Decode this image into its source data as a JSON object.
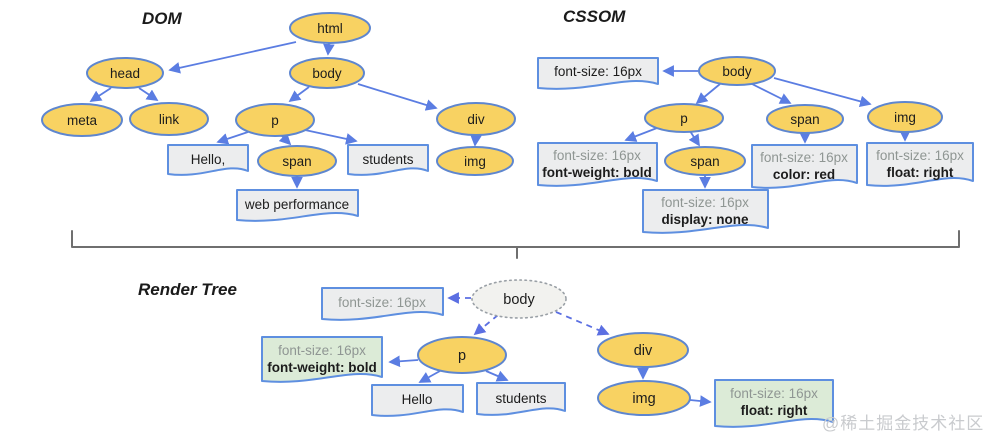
{
  "sections": {
    "dom": {
      "title": "DOM",
      "nodes": {
        "html": "html",
        "head": "head",
        "body": "body",
        "meta": "meta",
        "link": "link",
        "p": "p",
        "div": "div",
        "span": "span",
        "img": "img"
      },
      "text_nodes": {
        "hello": "Hello,",
        "students": "students",
        "web_performance": "web performance"
      }
    },
    "cssom": {
      "title": "CSSOM",
      "nodes": {
        "body": "body",
        "p": "p",
        "span": "span",
        "img": "img",
        "span_child": "span"
      },
      "style_boxes": {
        "body_style": {
          "line1": "font-size: 16px"
        },
        "p_style": {
          "line1": "font-size: 16px",
          "line2": "font-weight: bold"
        },
        "span_child_style": {
          "line1": "font-size: 16px",
          "line2": "display: none"
        },
        "span_style": {
          "line1": "font-size: 16px",
          "line2": "color: red"
        },
        "img_style": {
          "line1": "font-size: 16px",
          "line2": "float: right"
        }
      }
    },
    "render_tree": {
      "title": "Render Tree",
      "nodes": {
        "body": "body",
        "p": "p",
        "div": "div",
        "img": "img"
      },
      "text_nodes": {
        "hello": "Hello",
        "students": "students"
      },
      "style_boxes": {
        "body_style": {
          "line1": "font-size: 16px"
        },
        "p_style": {
          "line1": "font-size: 16px",
          "line2": "font-weight: bold"
        },
        "img_style": {
          "line1": "font-size: 16px",
          "line2": "float: right"
        }
      }
    }
  },
  "watermark": "@稀土掘金技术社区",
  "colors": {
    "node_fill": "#F8D262",
    "node_stroke": "#5E86CF",
    "edge_blue": "#5B7DE2",
    "box_gray_fill": "#ECEDEE",
    "box_green_fill": "#DCEBD7",
    "box_stroke": "#5E8FE0",
    "muted_text": "#8F9693",
    "brace_gray": "#6F6F6F",
    "dotted_node_fill": "#F2F2EF"
  }
}
